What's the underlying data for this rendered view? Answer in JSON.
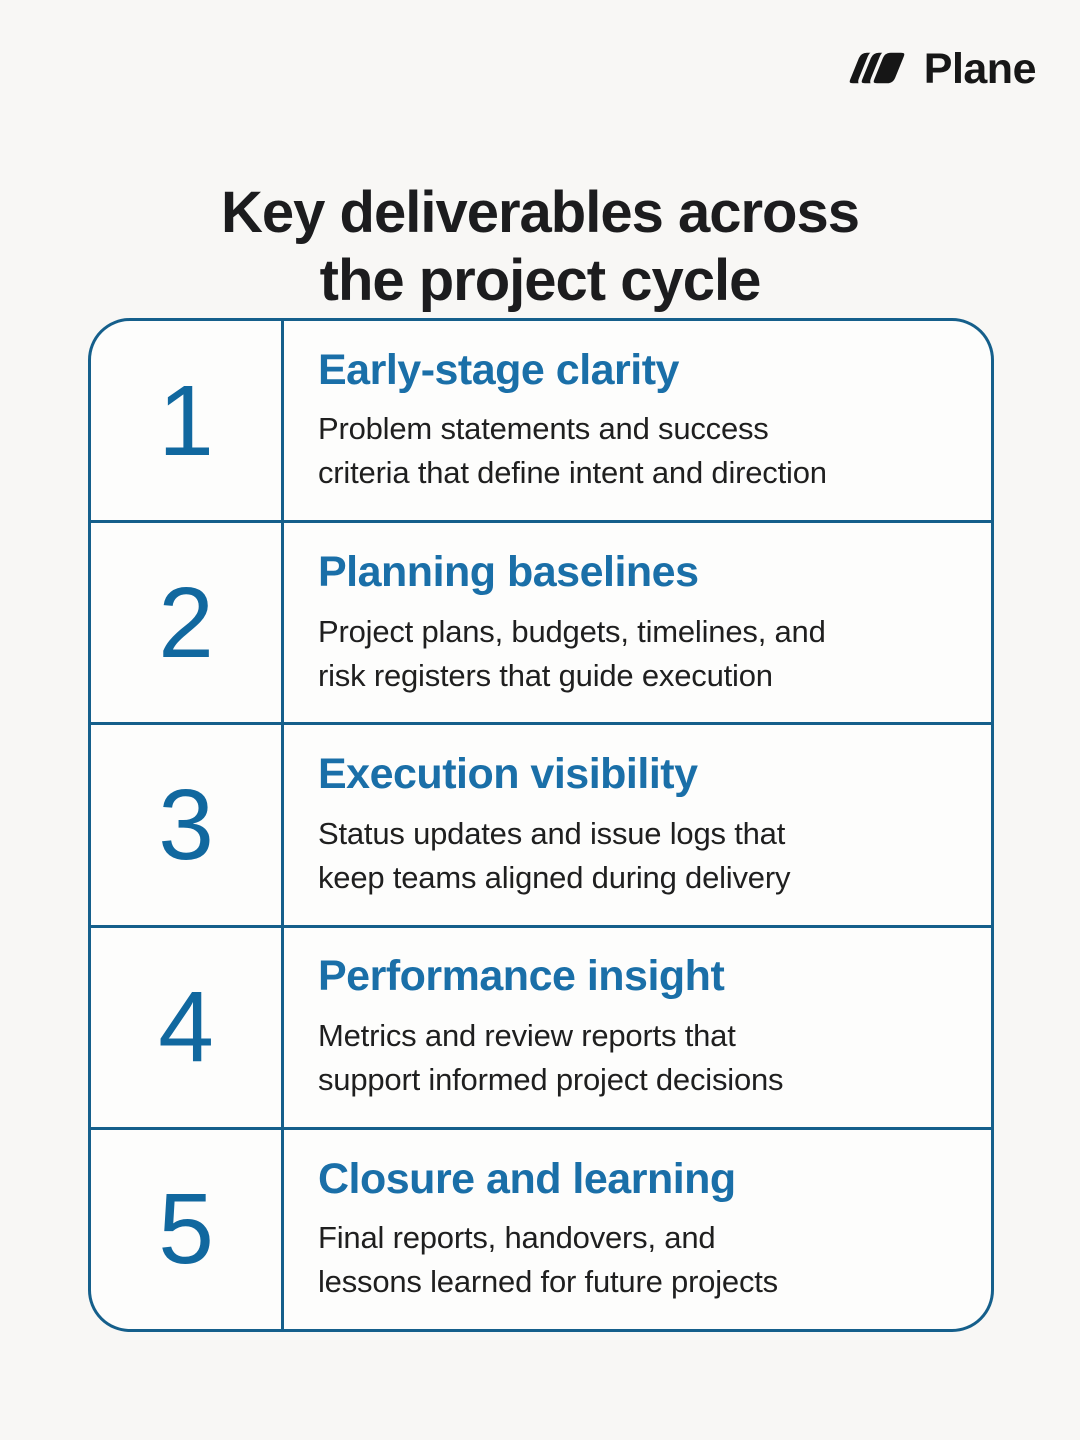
{
  "brand": {
    "name": "Plane",
    "logo_icon": "plane-logomark",
    "logo_color": "#161616"
  },
  "title": {
    "line1": "Key deliverables across",
    "line2": "the project cycle"
  },
  "colors": {
    "background": "#f8f7f5",
    "card_background": "#fdfdfc",
    "border_blue": "#155f8b",
    "number_blue": "#11689f",
    "heading_blue": "#1a6fa8",
    "text_dark": "#1f1f1f"
  },
  "table": {
    "rows": [
      {
        "number": "1",
        "heading": "Early-stage clarity",
        "description_lines": [
          "Problem statements and success",
          "criteria that define intent and direction"
        ]
      },
      {
        "number": "2",
        "heading": "Planning baselines",
        "description_lines": [
          "Project plans, budgets, timelines, and",
          "risk registers that guide execution"
        ]
      },
      {
        "number": "3",
        "heading": "Execution visibility",
        "description_lines": [
          "Status updates and issue logs that",
          "keep teams aligned during delivery"
        ]
      },
      {
        "number": "4",
        "heading": "Performance insight",
        "description_lines": [
          "Metrics and review reports that",
          "support informed project decisions"
        ]
      },
      {
        "number": "5",
        "heading": "Closure and learning",
        "description_lines": [
          "Final reports, handovers, and",
          "lessons learned for future projects"
        ]
      }
    ]
  }
}
